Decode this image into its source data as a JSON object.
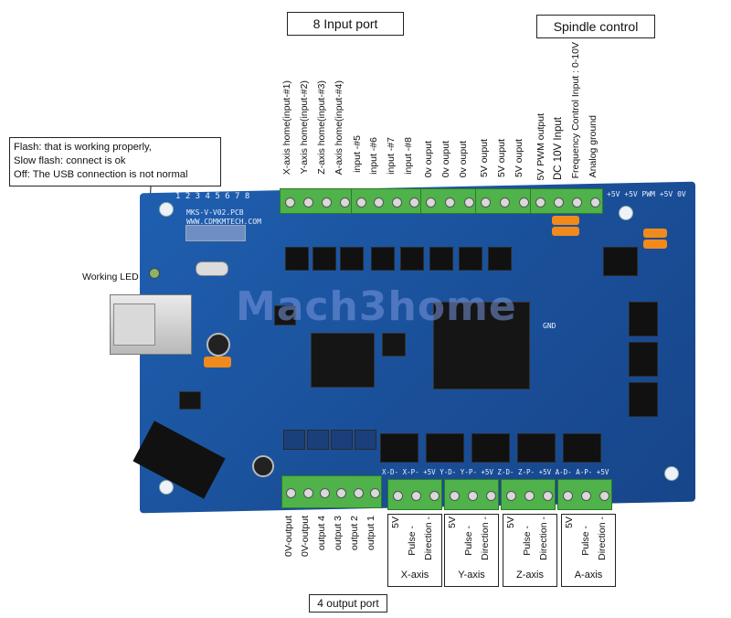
{
  "headers": {
    "input_port": "8  Input port",
    "spindle_control": "Spindle control",
    "output_port": "4 output port"
  },
  "notes": {
    "led_status": [
      "Flash: that is working properly,",
      "Slow flash: connect is ok",
      "Off: The USB connection is not normal"
    ],
    "working_led": "Working LED"
  },
  "input_labels": [
    "X-axis home(input-#1)",
    "Y-axis home(input-#2)",
    "Z-axis home(input-#3)",
    "A-axis home(input-#4)",
    "input -#5",
    "input -#6",
    "input -#7",
    "input -#8",
    "0v ouput",
    "0v ouput",
    "0v ouput",
    "5V ouput",
    "5V ouput",
    "5V ouput"
  ],
  "spindle_labels": [
    "5V PWM output",
    "DC 10V Input",
    "Frequency Control Input : 0-10V",
    "Analog ground"
  ],
  "output_labels": [
    "0V-output",
    "0V-output",
    "output 4",
    "output 3",
    "output 2",
    "output 1"
  ],
  "axes": [
    {
      "name": "X-axis",
      "pins": [
        "5V",
        "Pulse -",
        "Direction -"
      ]
    },
    {
      "name": "Y-axis",
      "pins": [
        "5V",
        "Pulse -",
        "Direction -"
      ]
    },
    {
      "name": "Z-axis",
      "pins": [
        "5V",
        "Pulse -",
        "Direction -"
      ]
    },
    {
      "name": "A-axis",
      "pins": [
        "5V",
        "Pulse -",
        "Direction -"
      ]
    }
  ],
  "board": {
    "model": "MKS-V-V02.PCB",
    "site": "WWW.CDMKMTECH.COM",
    "watermark": "Mach3home",
    "top_pin_numbers": "1  2  3  4  5  6  7  8",
    "gnd": "GND",
    "right_header": "+5V +5V PWM +5V 0V",
    "bottom_header": "X-D- X-P- +5V Y-D- Y-P- +5V Z-D- Z-P- +5V A-D- A-P- +5V",
    "brand_color": "#1a4f98"
  }
}
